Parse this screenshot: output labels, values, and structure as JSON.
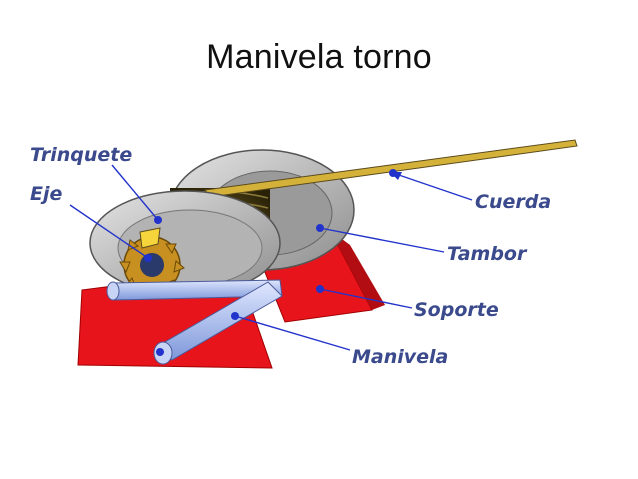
{
  "slide": {
    "title": "Manivela torno"
  },
  "labels": {
    "trinquete": "Trinquete",
    "eje": "Eje",
    "cuerda": "Cuerda",
    "tambor": "Tambor",
    "soporte": "Soporte",
    "manivela": "Manivela"
  },
  "colors": {
    "support_red": "#e8141c",
    "drum_grey": "#bdbdbd",
    "rope_brown": "#5a4a1c",
    "crank_blue": "#9ab0e8",
    "label_blue": "#3a4a8c",
    "pointer_blue": "#2233cc",
    "gear_gold": "#c89020"
  }
}
